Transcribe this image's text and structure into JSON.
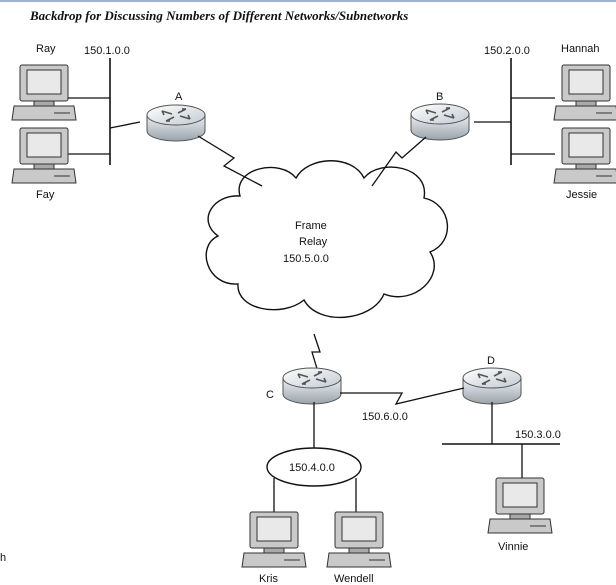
{
  "title": "Backdrop for Discussing Numbers of Different Networks/Subnetworks",
  "networks": {
    "n1": "150.1.0.0",
    "n2": "150.2.0.0",
    "n3": "150.3.0.0",
    "n4": "150.4.0.0",
    "n6": "150.6.0.0",
    "cloud_line1": "Frame",
    "cloud_line2": "Relay",
    "cloud_line3": "150.5.0.0"
  },
  "routers": {
    "a": "A",
    "b": "B",
    "c": "C",
    "d": "D"
  },
  "hosts": {
    "ray": "Ray",
    "fay": "Fay",
    "hannah": "Hannah",
    "jessie": "Jessie",
    "kris": "Kris",
    "wendell": "Wendell",
    "vinnie": "Vinnie"
  },
  "edge_text": "h",
  "colors": {
    "top_rule": "#9fb3d1",
    "router_body": "#c8ced4",
    "router_top": "#e4e8ec",
    "cloud_fill": "#ffffff"
  }
}
